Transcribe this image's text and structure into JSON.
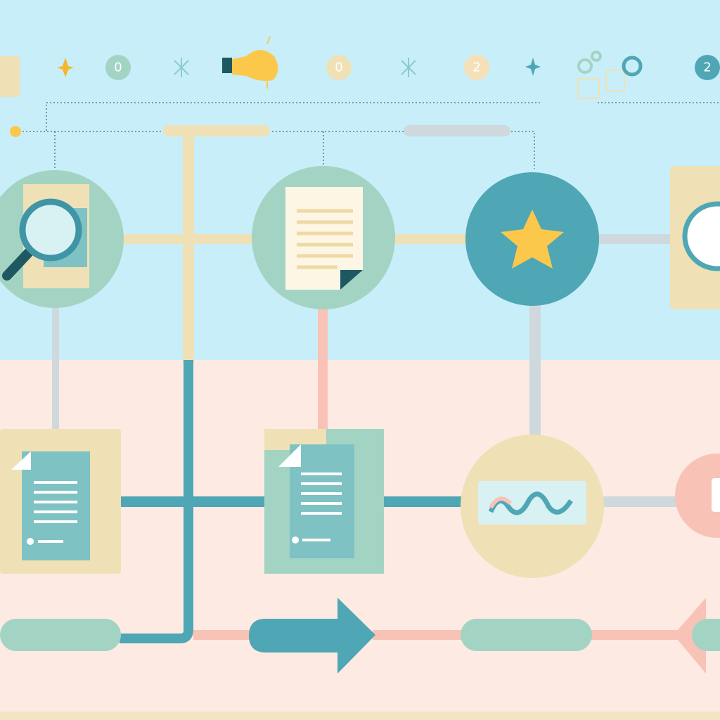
{
  "colors": {
    "sky": "#c8eef9",
    "peach": "#fdebe3",
    "teal": "#4fa6b5",
    "mint": "#a3d4c3",
    "sand": "#efe1b5",
    "pink": "#f8c3b6",
    "grey": "#cfd8dc",
    "star": "#fcc84c"
  },
  "top_badges": [
    {
      "label": "0",
      "icon": "circle-badge"
    },
    {
      "label": "0",
      "icon": "circle-badge"
    },
    {
      "label": "2",
      "icon": "circle-badge"
    },
    {
      "label": "2",
      "icon": "circle-badge"
    }
  ],
  "nodes": [
    {
      "icon": "magnifier-document-icon"
    },
    {
      "icon": "document-icon"
    },
    {
      "icon": "star-icon"
    },
    {
      "icon": "clock-icon"
    },
    {
      "icon": "document-list-icon"
    },
    {
      "icon": "document-list-icon"
    },
    {
      "icon": "chart-wave-icon"
    },
    {
      "icon": "partial-node-icon"
    }
  ]
}
